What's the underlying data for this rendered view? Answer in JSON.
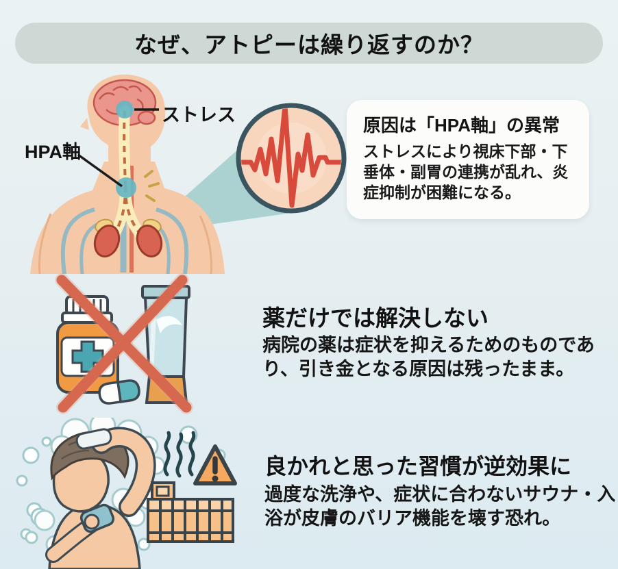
{
  "page": {
    "title": "なぜ、アトピーは繰り返すのか？"
  },
  "hpa_section": {
    "stress_label": "ストレス",
    "hpa_label": "HPA軸",
    "card_title": "原因は「HPA軸」の異常",
    "card_body": "ストレスにより視床下部・下垂体・副胃の連携が乱れ、炎症抑制が困難になる。"
  },
  "medicine_section": {
    "title": "薬だけでは解決しない",
    "body": "病院の薬は症状を抑えるためのものであり、引き金となる原因は残ったまま。"
  },
  "habits_section": {
    "title": "良かれと思った習慣が逆効果に",
    "body": "過度な洗浄や、症状に合わないサウナ・入浴が皮膚のバリア機能を壊す恐れ。"
  },
  "colors": {
    "background": "#e8f1f3",
    "banner": "#ced8d5",
    "card": "#fcfdfa",
    "skin": "#f5c9a8",
    "ecg_red": "#d84b3c",
    "circle_ring": "#3a5560",
    "teal_dot": "#66b6c3",
    "cross_out_red": "#d5684e",
    "bottle_orange": "#f09a44",
    "label_cross_teal": "#4aa6b0",
    "warning_orange": "#f5a960",
    "sauna_wood": "#f7c088",
    "outline_slate": "#3e4750"
  },
  "icons": {
    "body": "human-body-hpa-axis-icon",
    "magnifier": "ecg-heartbeat-circle-icon",
    "medicine": "crossed-medicine-icon",
    "bather": "person-washing-icon",
    "steam": "steam-lines-icon",
    "warning": "warning-triangle-icon",
    "sauna": "sauna-heater-icon"
  }
}
